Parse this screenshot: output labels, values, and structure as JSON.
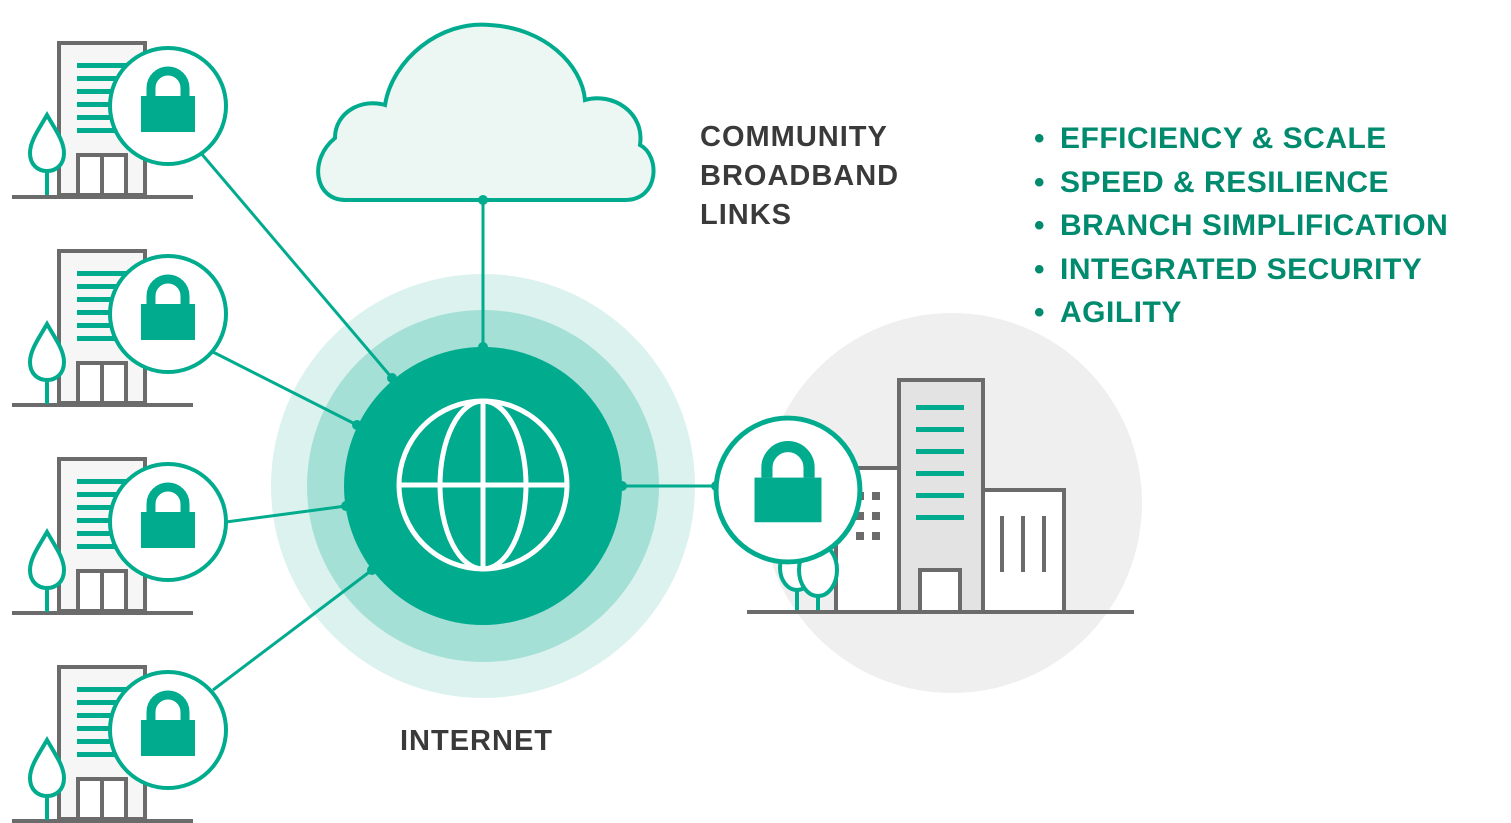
{
  "labels": {
    "community_broadband": [
      "COMMUNITY",
      "BROADBAND",
      "LINKS"
    ],
    "internet": "INTERNET"
  },
  "benefits": [
    "EFFICIENCY & SCALE",
    "SPEED & RESILIENCE",
    "BRANCH SIMPLIFICATION",
    "INTEGRATED SECURITY",
    "AGILITY"
  ],
  "colors": {
    "teal": "#00ab8e",
    "teal_mid": "#a4e0d6",
    "teal_light": "#dbf2ee",
    "cloud_fill": "#ecf6f3",
    "gray_stroke": "#6b6b6b",
    "gray_bg": "#efefef",
    "benefit_text": "#008a6e",
    "label_text": "#3a3a3a"
  },
  "icons": [
    "cloud-icon",
    "globe-icon",
    "lock-icon",
    "building-icon",
    "tree-icon",
    "office-campus-icon"
  ]
}
